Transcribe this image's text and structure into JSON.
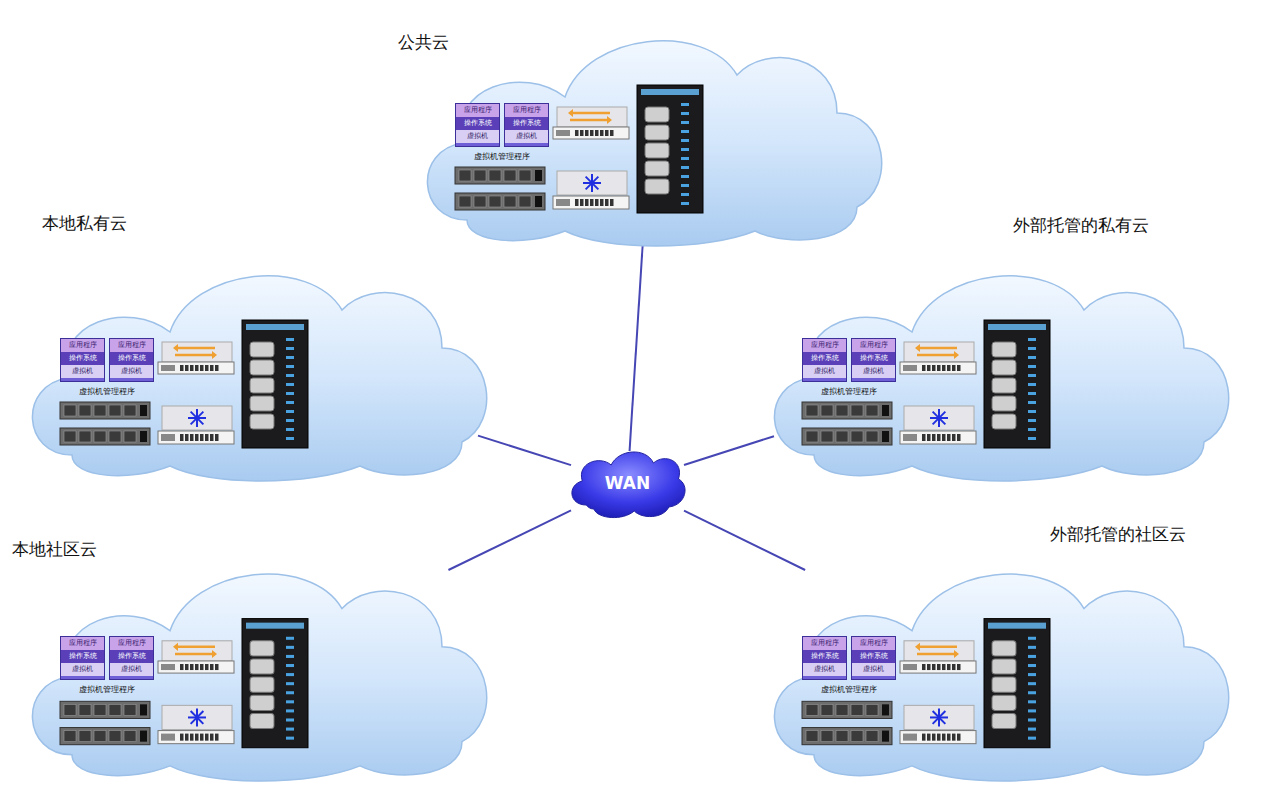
{
  "diagram": {
    "nodes": [
      {
        "text": [
          "公共云"
        ]
      },
      {
        "text": [
          "虚拟机管理程序"
        ],
        "in": 0
      },
      {
        "text": [
          "应用程序",
          "操作系统",
          "虚拟机"
        ],
        "in": 1
      },
      {
        "text": [
          "应用程序",
          "操作系统",
          "虚拟机"
        ],
        "in": 1
      },
      {
        "text": [
          "本地私有云"
        ]
      },
      {
        "text": [
          "虚拟机管理程序"
        ],
        "in": 4
      },
      {
        "text": [
          "应用程序",
          "操作系统",
          "虚拟机"
        ],
        "in": 5
      },
      {
        "text": [
          "应用程序",
          "操作系统",
          "虚拟机"
        ],
        "in": 5
      },
      {
        "text": [
          "外部托管的私有云"
        ]
      },
      {
        "text": [
          "虚拟机管理程序"
        ],
        "in": 8
      },
      {
        "text": [
          "应用程序",
          "操作系统",
          "虚拟机"
        ],
        "in": 9
      },
      {
        "text": [
          "应用程序",
          "操作系统",
          "虚拟机"
        ],
        "in": 9
      },
      {
        "text": [
          "WAN"
        ]
      },
      {
        "text": [
          "本地社区云"
        ]
      },
      {
        "text": [
          "虚拟机管理程序"
        ],
        "in": 13
      },
      {
        "text": [
          "应用程序",
          "操作系统",
          "虚拟机"
        ],
        "in": 14
      },
      {
        "text": [
          "应用程序",
          "操作系统",
          "虚拟机"
        ],
        "in": 14
      },
      {
        "text": [
          "外部托管的社区云"
        ]
      },
      {
        "text": [
          "虚拟机管理程序"
        ],
        "in": 17
      },
      {
        "text": [
          "应用程序",
          "操作系统",
          "虚拟机"
        ],
        "in": 18
      },
      {
        "text": [
          "应用程序",
          "操作系统",
          "虚拟机"
        ],
        "in": 18
      }
    ],
    "edges": [
      {
        "from": 12,
        "to": 0,
        "arrow": "none"
      },
      {
        "from": 12,
        "to": 4,
        "arrow": "none"
      },
      {
        "from": 12,
        "to": 8,
        "arrow": "none"
      },
      {
        "from": 12,
        "to": 13,
        "arrow": "none"
      },
      {
        "from": 12,
        "to": 17,
        "arrow": "none"
      }
    ]
  }
}
